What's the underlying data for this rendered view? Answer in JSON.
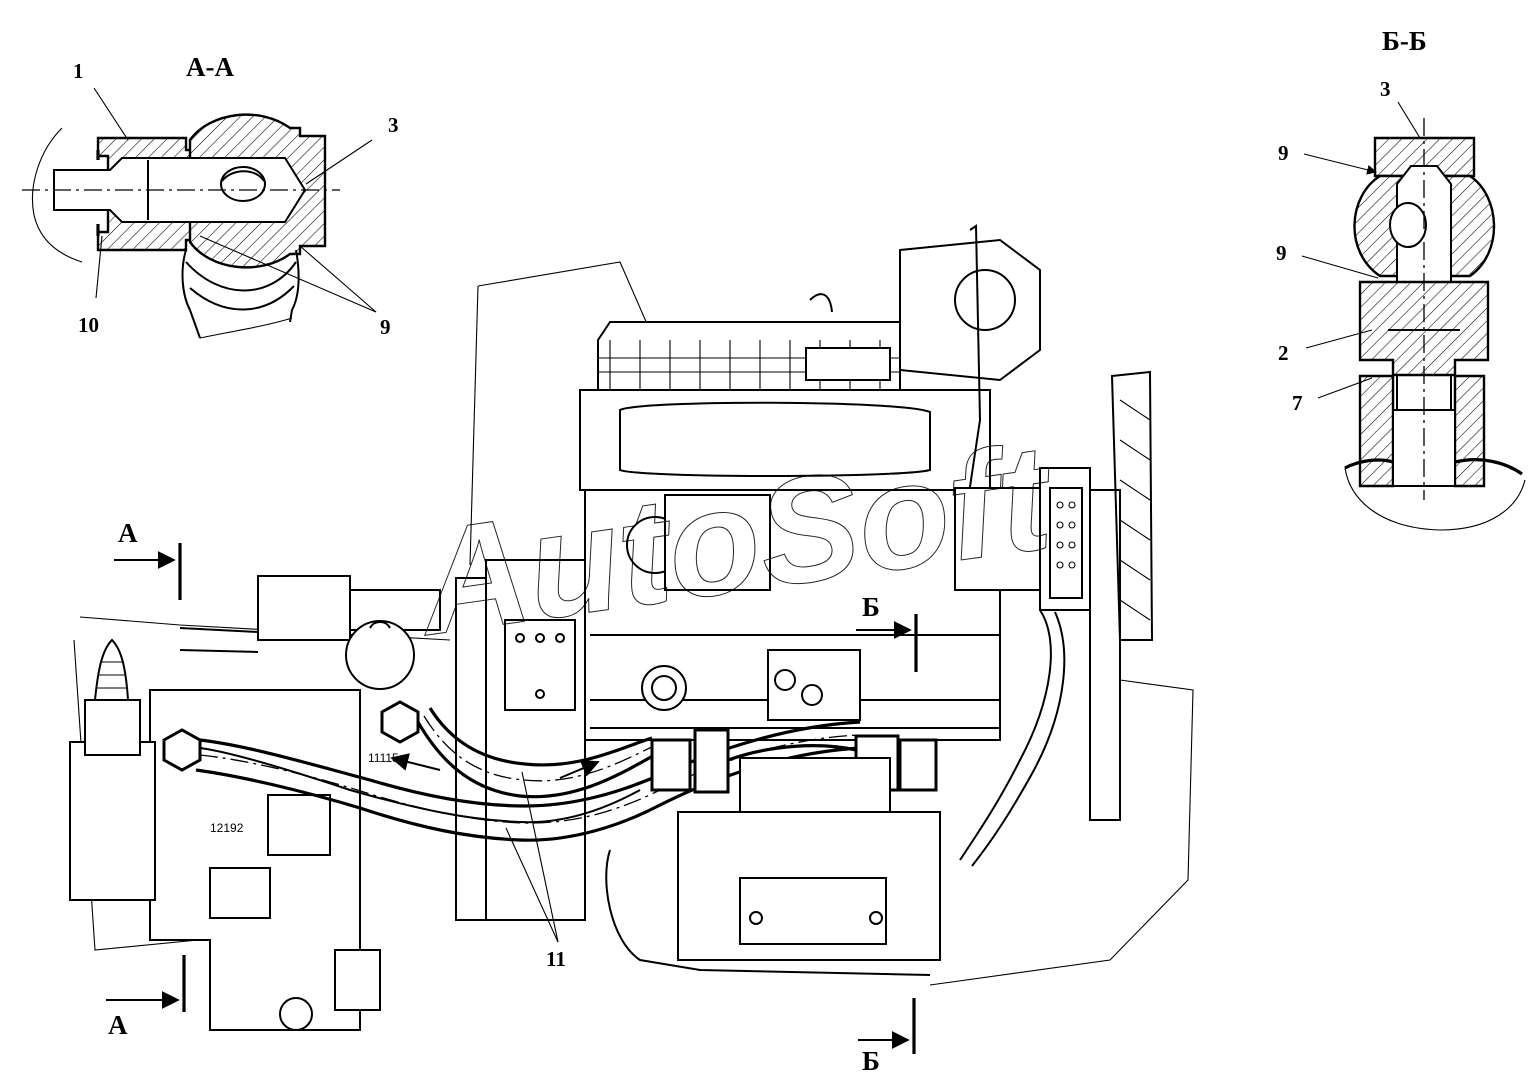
{
  "sections": {
    "aa_title": "А-А",
    "bb_title": "Б-Б"
  },
  "callouts_aa": {
    "c1": "1",
    "c3": "3",
    "c9": "9",
    "c10": "10"
  },
  "callouts_bb": {
    "c3": "3",
    "c9a": "9",
    "c9b": "9",
    "c2": "2",
    "c7": "7"
  },
  "main_view": {
    "c11": "11",
    "cut_a_top": "А",
    "cut_a_bottom": "А",
    "cut_b_top": "Б",
    "cut_b_bottom": "Б",
    "stamp_11115": "11115",
    "stamp_12192": "12192"
  },
  "watermark": {
    "text": "AutoSoft"
  }
}
